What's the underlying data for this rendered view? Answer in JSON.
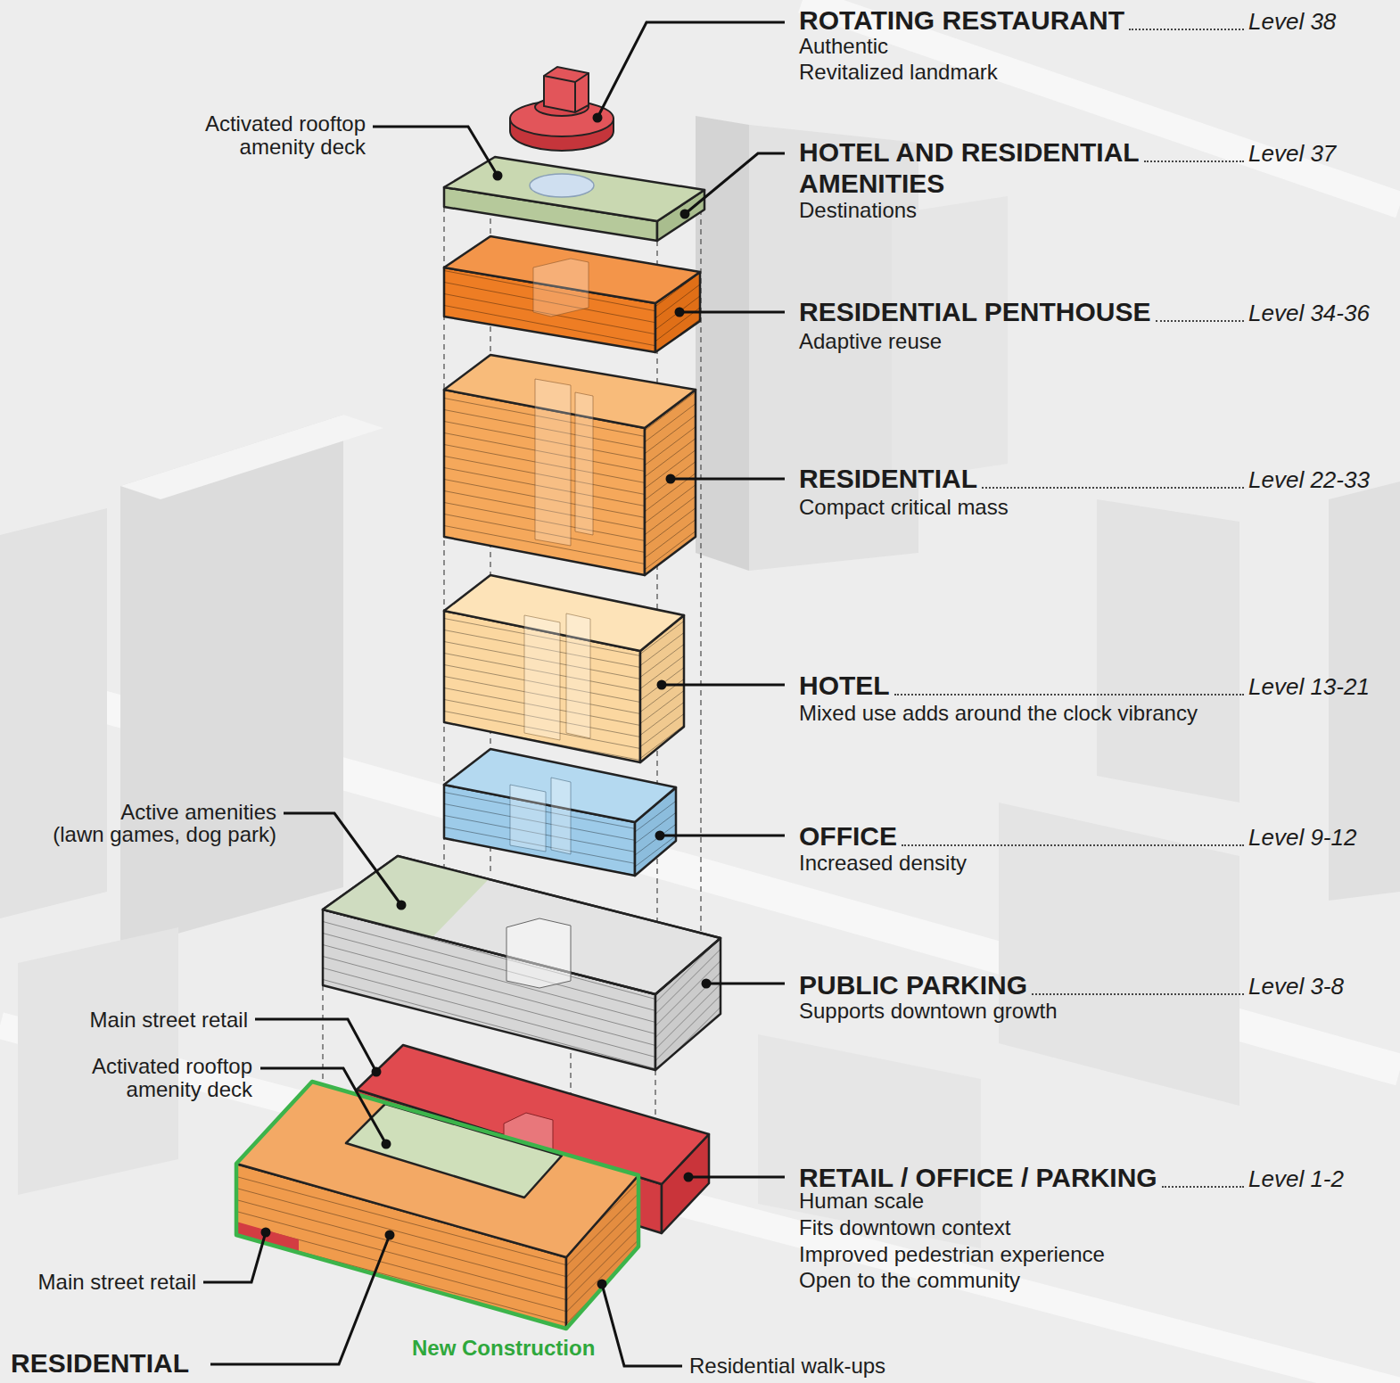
{
  "diagram": {
    "labels": [
      "ROTATING RESTAURANT",
      "Level 38",
      "Authentic",
      "Revitalized landmark",
      "Activated rooftop amenity deck",
      "HOTEL AND RESIDENTIAL AMENITIES",
      "Level 37",
      "Destinations",
      "RESIDENTIAL PENTHOUSE",
      "Level 34-36",
      "Adaptive reuse",
      "RESIDENTIAL",
      "Level 22-33",
      "Compact critical mass",
      "HOTEL",
      "Level 13-21",
      "Mixed use adds around the clock vibrancy",
      "Active amenities (lawn games, dog park)",
      "OFFICE",
      "Level 9-12",
      "Increased density",
      "PUBLIC PARKING",
      "Level 3-8",
      "Supports downtown growth",
      "Main street retail",
      "Activated rooftop amenity deck",
      "RETAIL / OFFICE / PARKING",
      "Level 1-2",
      "Human scale",
      "Fits downtown context",
      "Improved pedestrian experience",
      "Open to the community",
      "Main street retail",
      "New Construction",
      "RESIDENTIAL",
      "Residential walk-ups"
    ]
  }
}
